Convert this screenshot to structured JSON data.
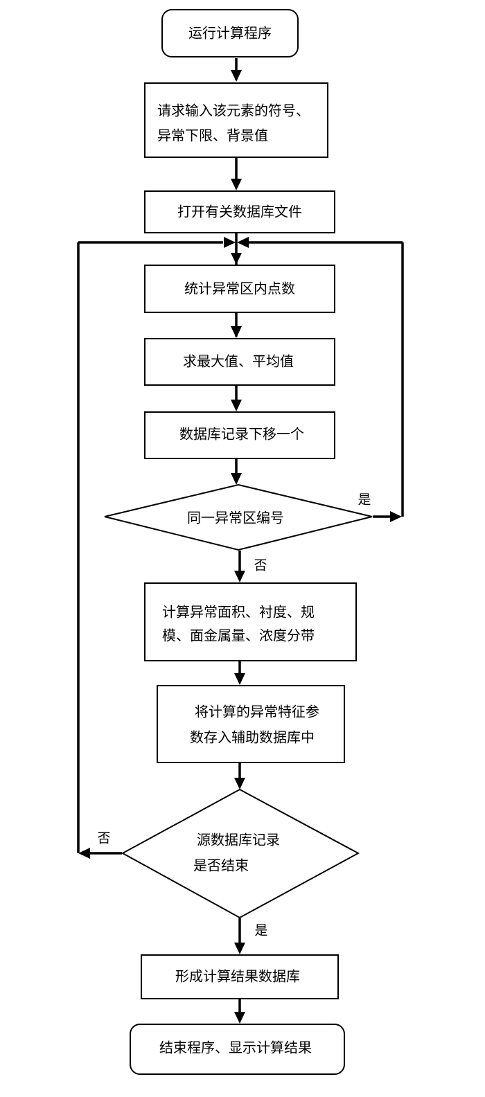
{
  "nodes": {
    "start": {
      "lines": [
        "运行计算程序"
      ]
    },
    "input": {
      "lines": [
        "请求输入该元素的符号、",
        "异常下限、背景值"
      ]
    },
    "open_db": {
      "lines": [
        "打开有关数据库文件"
      ]
    },
    "count": {
      "lines": [
        "统计异常区内点数"
      ]
    },
    "max_avg": {
      "lines": [
        "求最大值、平均值"
      ]
    },
    "move_record": {
      "lines": [
        "数据库记录下移一个"
      ]
    },
    "same_zone": {
      "lines": [
        "同一异常区编号"
      ]
    },
    "compute": {
      "lines": [
        "计算异常面积、衬度、规",
        "模、面金属量、浓度分带"
      ]
    },
    "store": {
      "lines": [
        "将计算的异常特征参",
        "数存入辅助数据库中"
      ]
    },
    "end_check": {
      "lines": [
        "源数据库记录",
        "是否结束"
      ]
    },
    "form_result": {
      "lines": [
        "形成计算结果数据库"
      ]
    },
    "end": {
      "lines": [
        "结束程序、显示计算结果"
      ]
    }
  },
  "edge_labels": {
    "same_zone_yes": "是",
    "same_zone_no": "否",
    "end_check_no": "否",
    "end_check_yes": "是"
  }
}
